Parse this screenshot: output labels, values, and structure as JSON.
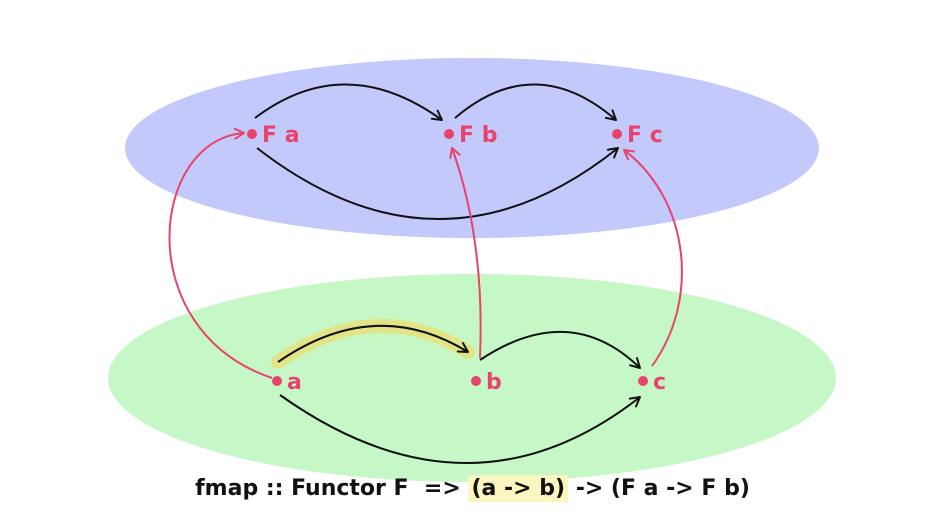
{
  "colors": {
    "upper_region": "#c3c9fb",
    "lower_region": "#c5f8c6",
    "node": "#e8436d",
    "mapping_arrow": "#e8436d",
    "morphism_arrow": "#111111",
    "highlight": "#e6e27a",
    "caption_highlight": "#fbf5c0"
  },
  "nodes": {
    "fa": "F a",
    "fb": "F b",
    "fc": "F c",
    "a": "a",
    "b": "b",
    "c": "c"
  },
  "caption": {
    "prefix": "fmap :: Functor F  => ",
    "highlighted": "(a -> b)",
    "suffix": " -> (F a -> F b)"
  }
}
